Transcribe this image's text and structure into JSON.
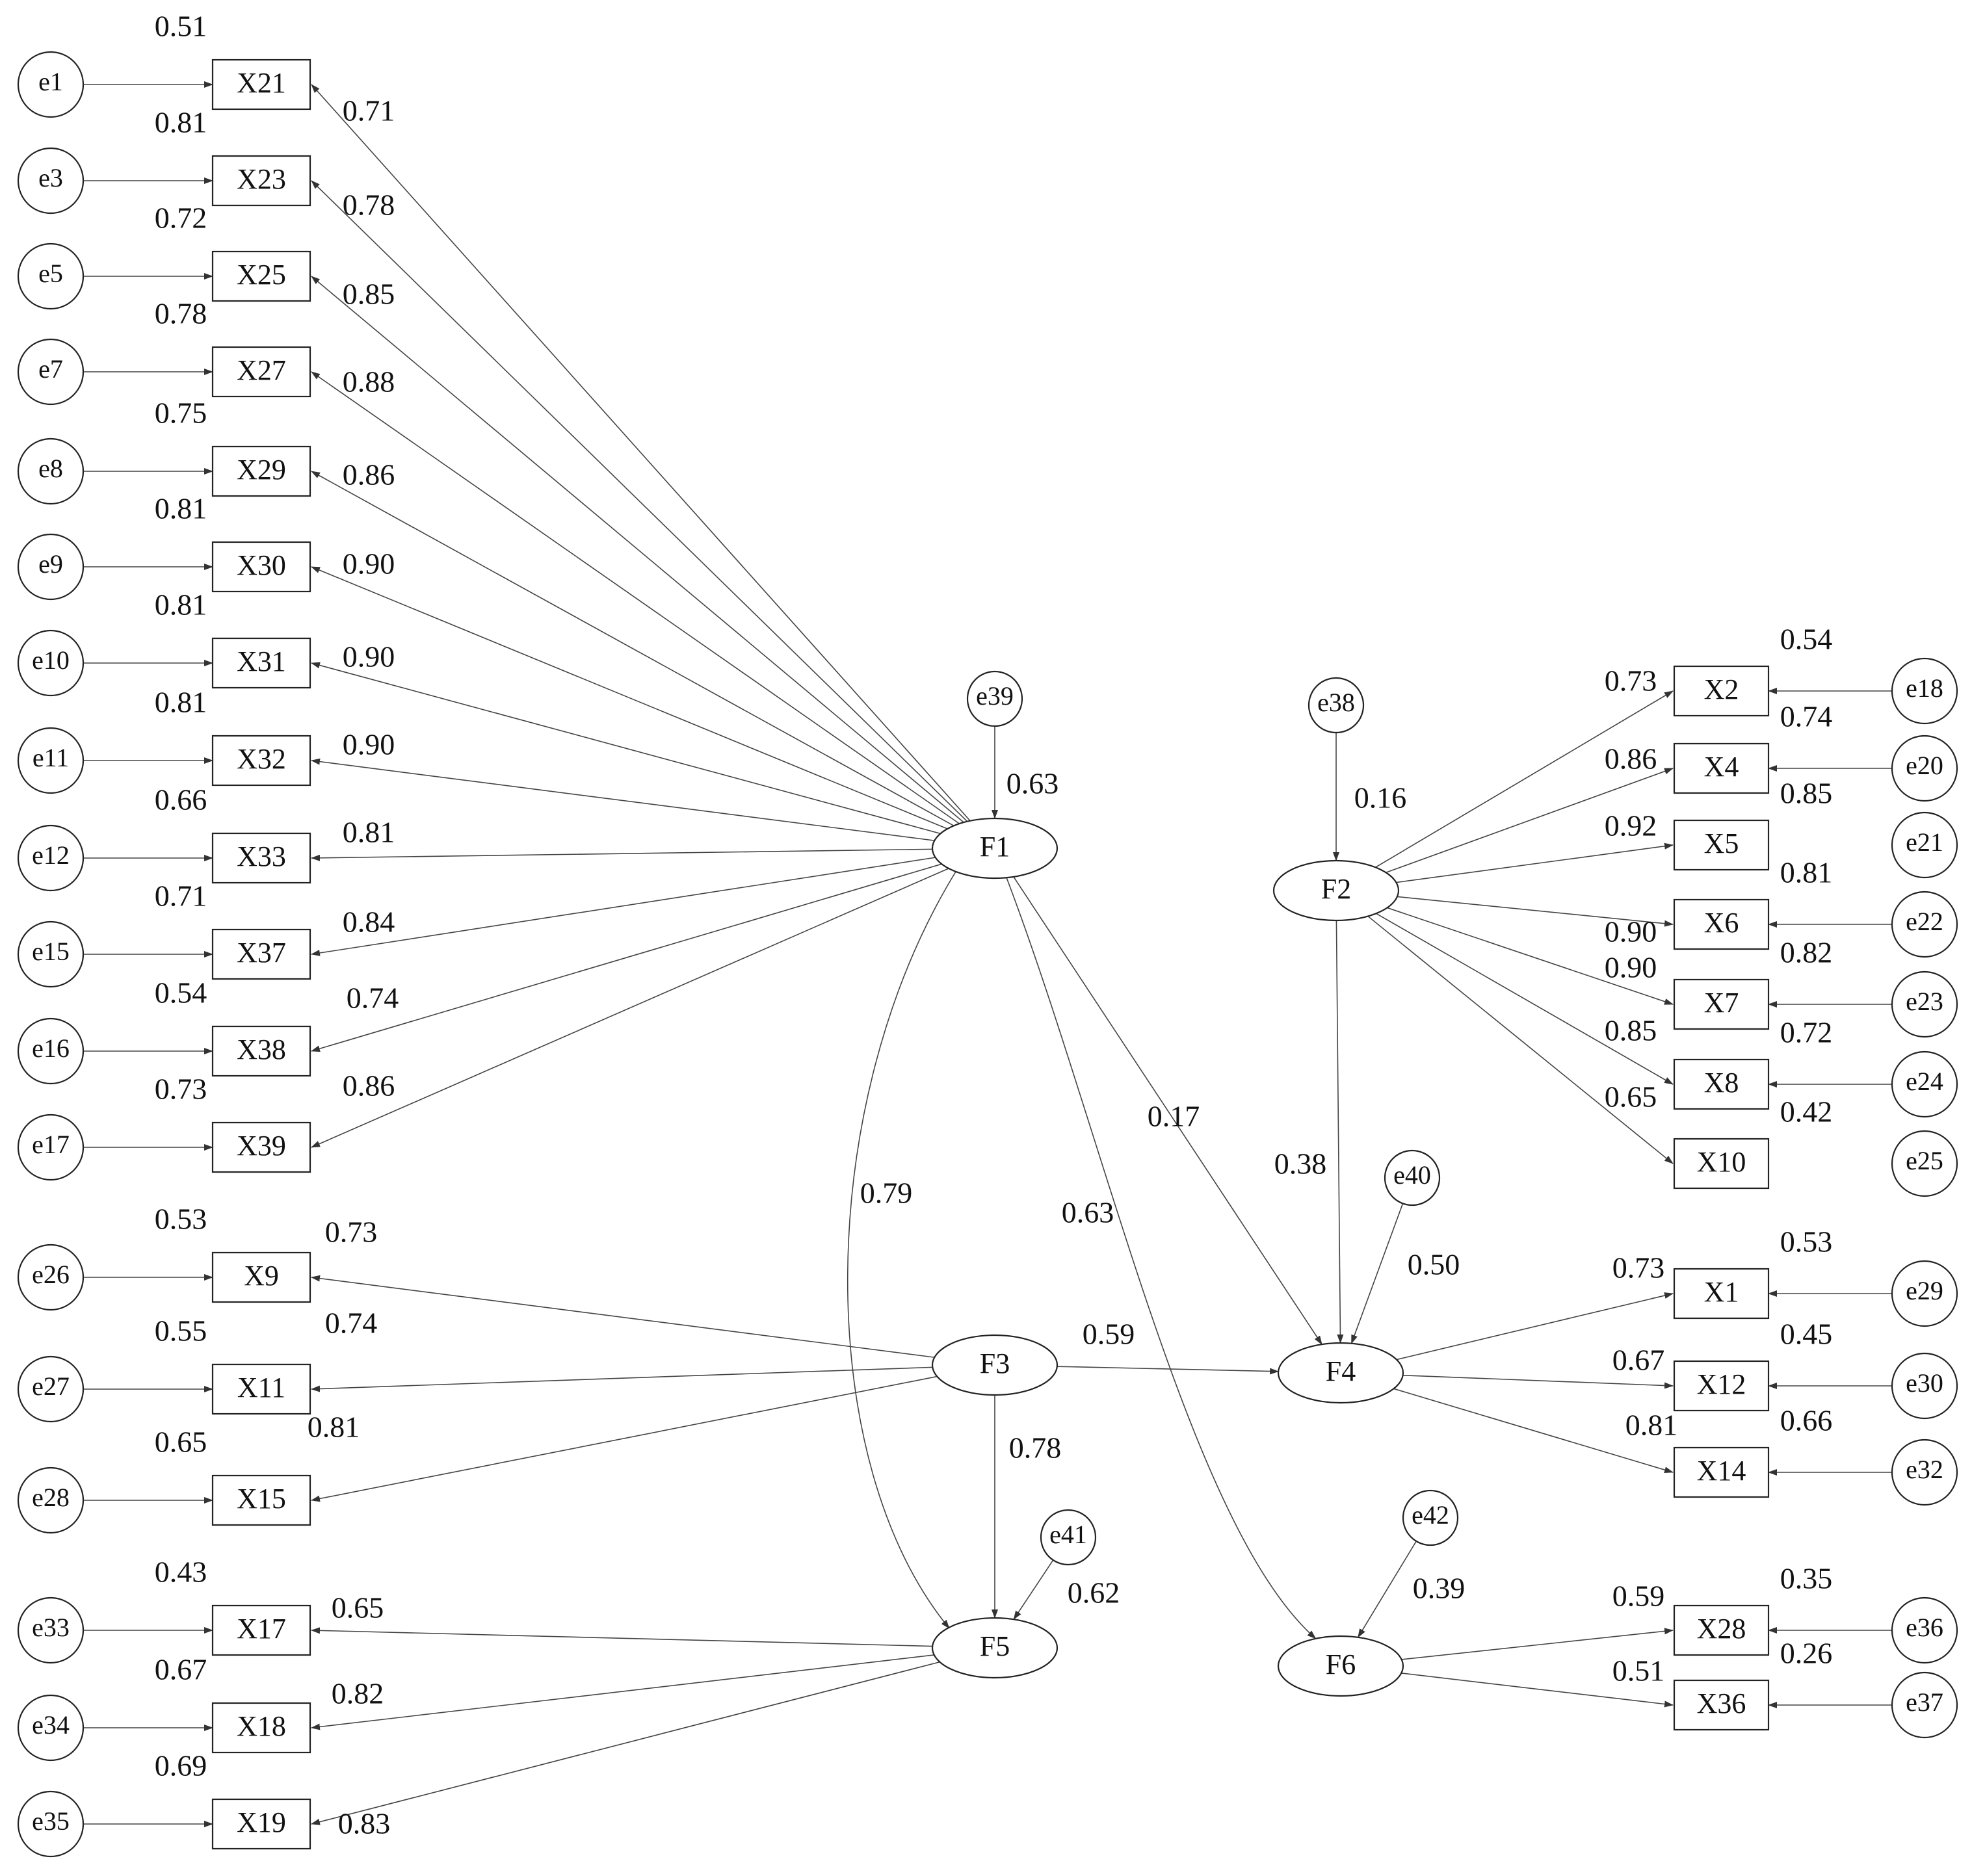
{
  "left_indicators": [
    {
      "err": "e1",
      "ind": "X21",
      "err_coef": "0.51",
      "load": "0.71"
    },
    {
      "err": "e3",
      "ind": "X23",
      "err_coef": "0.81",
      "load": "0.78"
    },
    {
      "err": "e5",
      "ind": "X25",
      "err_coef": "0.72",
      "load": "0.85"
    },
    {
      "err": "e7",
      "ind": "X27",
      "err_coef": "0.78",
      "load": "0.88"
    },
    {
      "err": "e8",
      "ind": "X29",
      "err_coef": "0.75",
      "load": "0.86"
    },
    {
      "err": "e9",
      "ind": "X30",
      "err_coef": "0.81",
      "load": "0.90"
    },
    {
      "err": "e10",
      "ind": "X31",
      "err_coef": "0.81",
      "load": "0.90"
    },
    {
      "err": "e11",
      "ind": "X32",
      "err_coef": "0.81",
      "load": "0.90"
    },
    {
      "err": "e12",
      "ind": "X33",
      "err_coef": "0.66",
      "load": "0.81"
    },
    {
      "err": "e15",
      "ind": "X37",
      "err_coef": "0.71",
      "load": "0.84"
    },
    {
      "err": "e16",
      "ind": "X38",
      "err_coef": "0.54",
      "load": "0.74"
    },
    {
      "err": "e17",
      "ind": "X39",
      "err_coef": "0.73",
      "load": "0.86"
    },
    {
      "err": "e26",
      "ind": "X9",
      "err_coef": "0.53",
      "load": "0.73"
    },
    {
      "err": "e27",
      "ind": "X11",
      "err_coef": "0.55",
      "load": "0.74"
    },
    {
      "err": "e28",
      "ind": "X15",
      "err_coef": "0.65",
      "load": "0.81"
    },
    {
      "err": "e33",
      "ind": "X17",
      "err_coef": "0.43",
      "load": "0.65"
    },
    {
      "err": "e34",
      "ind": "X18",
      "err_coef": "0.67",
      "load": "0.82"
    },
    {
      "err": "e35",
      "ind": "X19",
      "err_coef": "0.69",
      "load": "0.83"
    }
  ],
  "right_indicators": [
    {
      "err": "e18",
      "ind": "X2",
      "err_coef": "0.54",
      "load": "0.73"
    },
    {
      "err": "e20",
      "ind": "X4",
      "err_coef": "0.74",
      "load": "0.86"
    },
    {
      "err": "e21",
      "ind": "X5",
      "err_coef": "0.85",
      "load": "0.92"
    },
    {
      "err": "e22",
      "ind": "X6",
      "err_coef": "0.81",
      "load": "0.90"
    },
    {
      "err": "e23",
      "ind": "X7",
      "err_coef": "0.82",
      "load": "0.90"
    },
    {
      "err": "e24",
      "ind": "X8",
      "err_coef": "0.72",
      "load": "0.85"
    },
    {
      "err": "e25",
      "ind": "X10",
      "err_coef": "0.42",
      "load": "0.65"
    },
    {
      "err": "e29",
      "ind": "X1",
      "err_coef": "0.53",
      "load": "0.73"
    },
    {
      "err": "e30",
      "ind": "X12",
      "err_coef": "0.45",
      "load": "0.67"
    },
    {
      "err": "e32",
      "ind": "X14",
      "err_coef": "0.66",
      "load": "0.81"
    },
    {
      "err": "e36",
      "ind": "X28",
      "err_coef": "0.35",
      "load": "0.59"
    },
    {
      "err": "e37",
      "ind": "X36",
      "err_coef": "0.26",
      "load": "0.51"
    }
  ],
  "factors": [
    {
      "id": "F1",
      "label": "F1",
      "dist": "e39",
      "dist_coef": "0.63"
    },
    {
      "id": "F2",
      "label": "F2",
      "dist": "e38",
      "dist_coef": "0.16"
    },
    {
      "id": "F3",
      "label": "F3"
    },
    {
      "id": "F4",
      "label": "F4",
      "dist": "e40",
      "dist_coef": "0.50"
    },
    {
      "id": "F5",
      "label": "F5",
      "dist": "e41",
      "dist_coef": "0.62"
    },
    {
      "id": "F6",
      "label": "F6",
      "dist": "e42",
      "dist_coef": "0.39"
    }
  ],
  "structural": [
    {
      "from": "F1",
      "to": "F4",
      "coef": "0.17"
    },
    {
      "from": "F1",
      "to": "F6",
      "coef": "0.63"
    },
    {
      "from": "F2",
      "to": "F4",
      "coef": "0.38"
    },
    {
      "from": "F3",
      "to": "F4",
      "coef": "0.59"
    },
    {
      "from": "F3",
      "to": "F5",
      "coef": "0.78"
    },
    {
      "from": "F1",
      "to": "F5",
      "coef": "0.79"
    }
  ]
}
